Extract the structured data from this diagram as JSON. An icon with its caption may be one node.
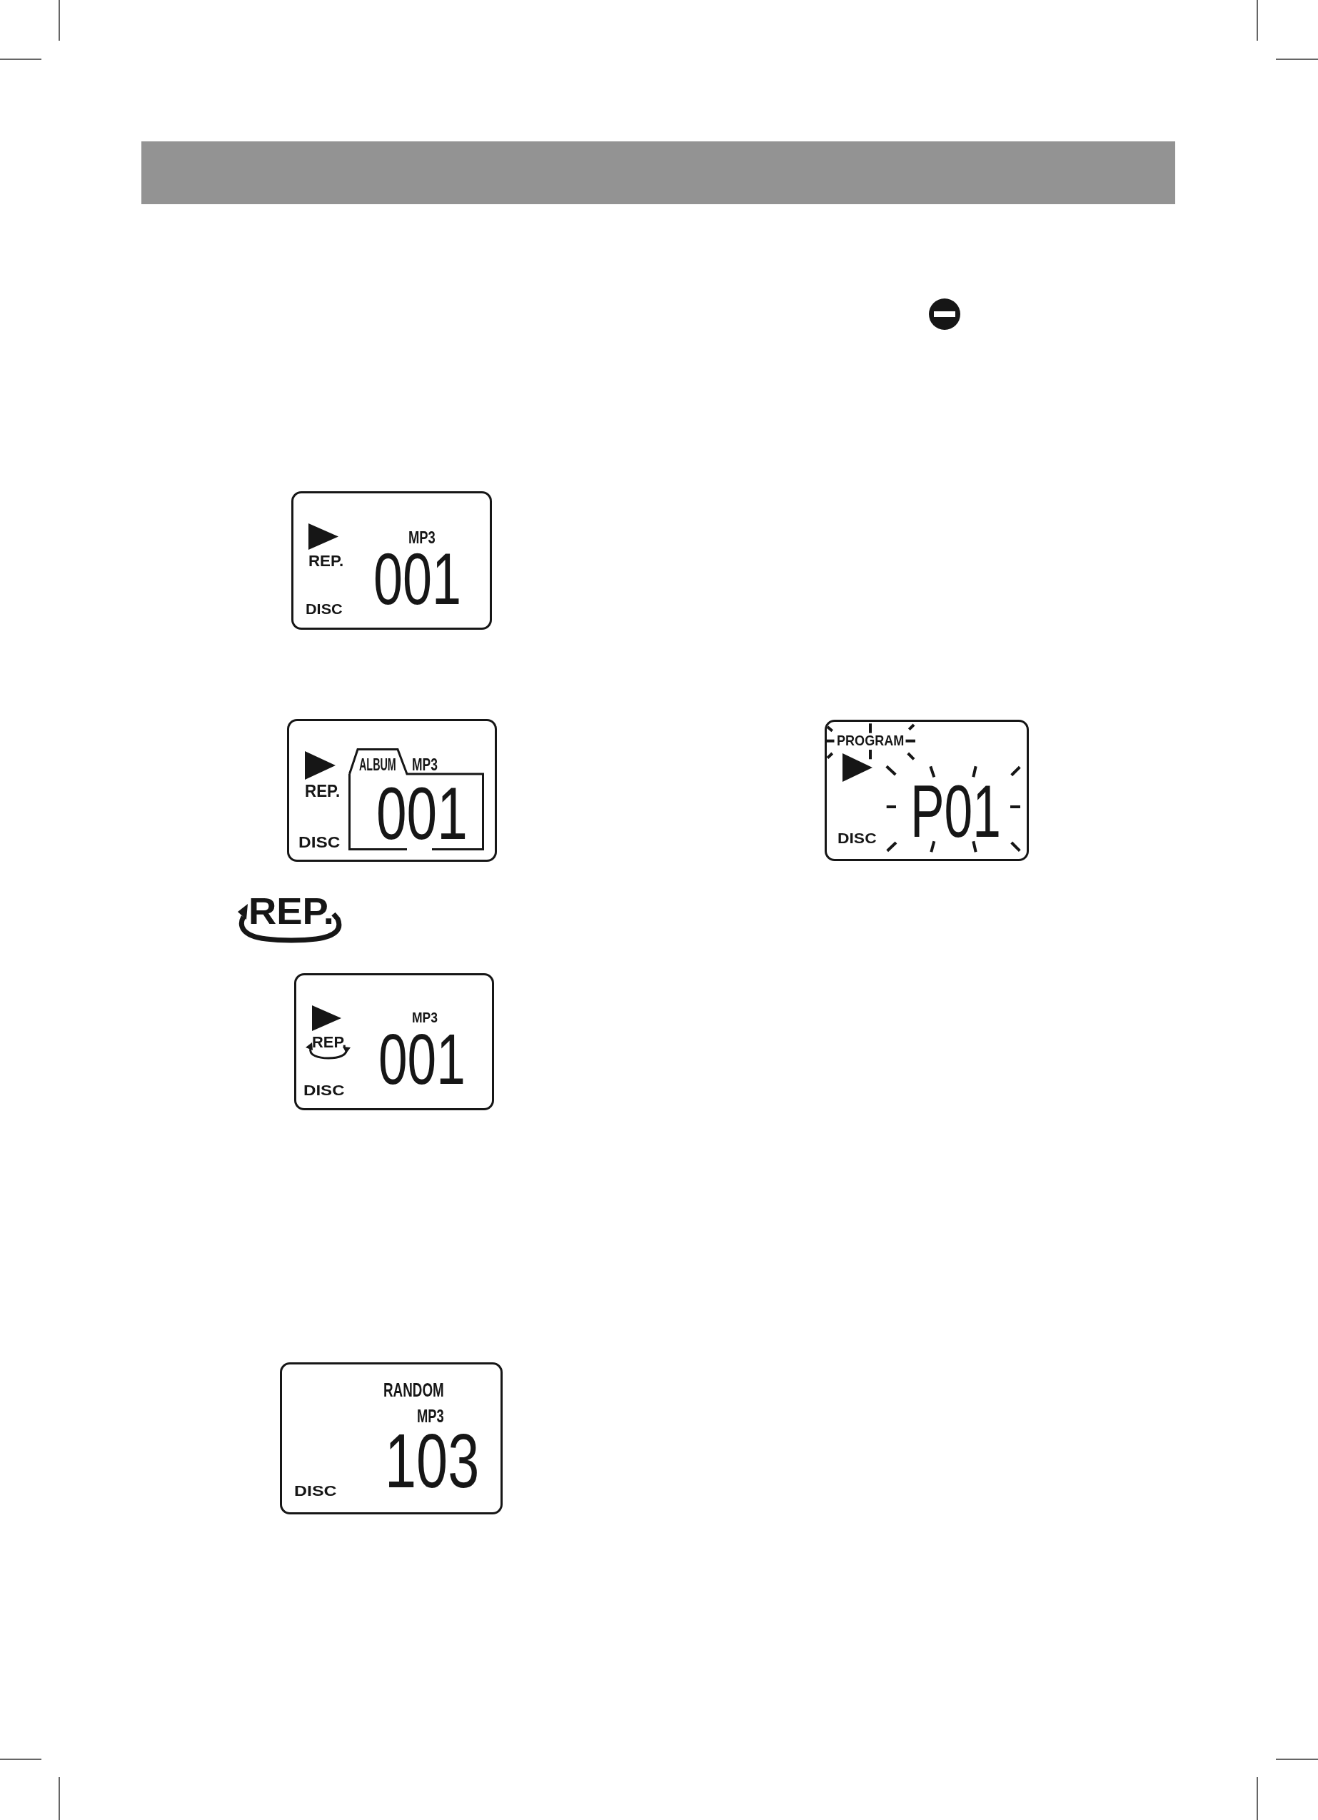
{
  "diagram": {
    "nodes": [
      {
        "text": [
          "MP3",
          "REP.",
          "001",
          "DISC"
        ]
      },
      {
        "text": [
          "REP.",
          "DISC"
        ]
      },
      {
        "text": [
          "ALBUM",
          "MP3",
          "001"
        ],
        "in": 1
      },
      {
        "text": [
          "PROGRAM",
          "P01",
          "DISC"
        ]
      },
      {
        "text": [
          "MP3",
          "REP.",
          "001",
          "DISC"
        ]
      },
      {
        "text": [
          "RANDOM",
          "MP3",
          "103",
          "DISC"
        ]
      }
    ],
    "labels": [
      "REP."
    ]
  }
}
